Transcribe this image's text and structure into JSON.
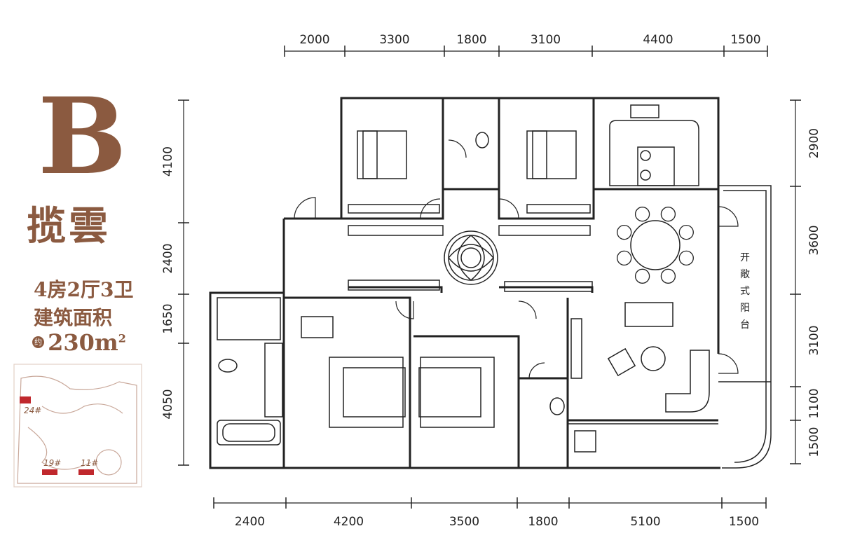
{
  "brand": {
    "unit_letter": "B",
    "project_name": "揽雲",
    "layout": "4房2厅3卫",
    "area_label": "建筑面积",
    "area_prefix": "约",
    "area_value": "230m",
    "area_sup": "2"
  },
  "dimensions": {
    "top": [
      "2000",
      "3300",
      "1800",
      "3100",
      "4400",
      "1500"
    ],
    "bottom": [
      "2400",
      "4200",
      "3500",
      "1800",
      "5100",
      "1500"
    ],
    "left": [
      "4100",
      "2400",
      "1650",
      "4050"
    ],
    "right": [
      "2900",
      "3600",
      "3100",
      "1100",
      "1500"
    ]
  },
  "balcony_label": [
    "开",
    "敞",
    "式",
    "阳",
    "台"
  ],
  "site_map": {
    "buildings": [
      "24#",
      "19#",
      "11#"
    ]
  },
  "colors": {
    "brand": "#8b5a40",
    "wall": "#222222",
    "highlight": "#c0282d"
  }
}
